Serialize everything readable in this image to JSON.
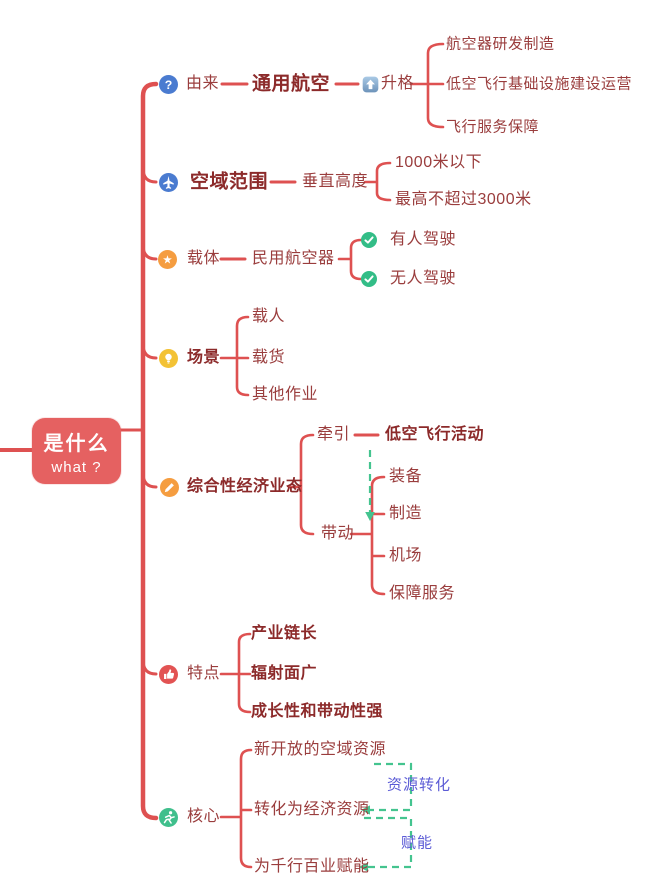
{
  "root": {
    "title": "是什么",
    "subtitle": "what ?"
  },
  "branches": [
    {
      "label": "由来",
      "icon": "question-icon",
      "topic": "通用航空",
      "sub": "升格",
      "sub_icon": "up-arrow-icon",
      "leaves": [
        "航空器研发制造",
        "低空飞行基础设施建设运营",
        "飞行服务保障"
      ]
    },
    {
      "label": "空域范围",
      "icon": "airplane-icon",
      "topic": "垂直高度",
      "leaves": [
        "1000米以下",
        "最高不超过3000米"
      ]
    },
    {
      "label": "载体",
      "icon": "star-icon",
      "topic": "民用航空器",
      "leaf_icon": "check-icon",
      "leaves": [
        "有人驾驶",
        "无人驾驶"
      ]
    },
    {
      "label": "场景",
      "icon": "lightbulb-icon",
      "leaves": [
        "载人",
        "载货",
        "其他作业"
      ]
    },
    {
      "label": "综合性经济业态",
      "icon": "pencil-icon",
      "pull": {
        "label": "牵引",
        "target": "低空飞行活动"
      },
      "drive": {
        "label": "带动",
        "leaves": [
          "装备",
          "制造",
          "机场",
          "保障服务"
        ]
      }
    },
    {
      "label": "特点",
      "icon": "thumbs-up-icon",
      "leaves": [
        "产业链长",
        "辐射面广",
        "成长性和带动性强"
      ]
    },
    {
      "label": "核心",
      "icon": "runner-icon",
      "leaves": [
        "新开放的空域资源",
        "转化为经济资源",
        "为千行百业赋能"
      ],
      "annotations": [
        "资源转化",
        "赋能"
      ]
    }
  ],
  "colors": {
    "line": "#de5151",
    "root_fill": "#e56161",
    "text": "#9a3d3d",
    "text_bold": "#8c2a2a",
    "green_arrow": "#44c48f",
    "annotation_purple": "#5c5cd6",
    "blue_icon": "#4a7bd0",
    "orange_icon": "#f59d40",
    "yellow_icon": "#f3c235",
    "red_icon": "#e25353",
    "green_icon": "#3fbf8c"
  }
}
